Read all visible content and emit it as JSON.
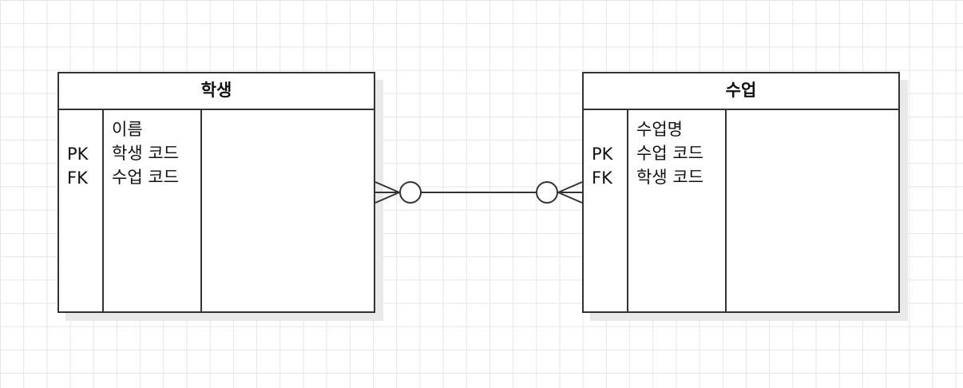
{
  "entities": [
    {
      "name": "학생",
      "keys": [
        "PK",
        "FK"
      ],
      "attributes": [
        "이름",
        "학생 코드",
        "수업 코드"
      ]
    },
    {
      "name": "수업",
      "keys": [
        "PK",
        "FK"
      ],
      "attributes": [
        "수업명",
        "수업 코드",
        "학생 코드"
      ]
    }
  ],
  "relationship": {
    "left_end": "zero-or-many",
    "right_end": "zero-or-many"
  },
  "colors": {
    "line": "#333333",
    "grid": "#e6e6e6",
    "shadow": "#e9e9e9"
  }
}
